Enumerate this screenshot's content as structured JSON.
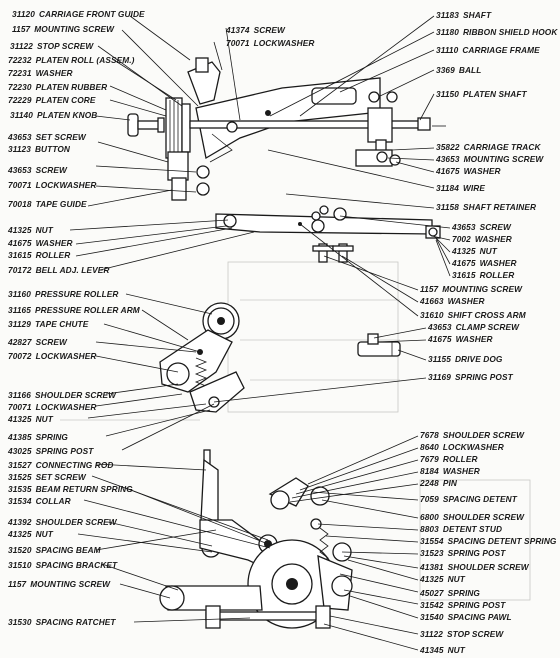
{
  "callouts_left": [
    {
      "num": "31120",
      "name": "CARRIAGE FRONT GUIDE"
    },
    {
      "num": "1157",
      "name": "MOUNTING SCREW"
    },
    {
      "num": "31122",
      "name": "STOP SCREW"
    },
    {
      "num": "72232",
      "name": "PLATEN ROLL (ASSEM.)"
    },
    {
      "num": "72231",
      "name": "WASHER"
    },
    {
      "num": "72230",
      "name": "PLATEN RUBBER"
    },
    {
      "num": "72229",
      "name": "PLATEN CORE"
    },
    {
      "num": "31140",
      "name": "PLATEN KNOB"
    },
    {
      "num": "43653",
      "name": "SET SCREW"
    },
    {
      "num": "31123",
      "name": "BUTTON"
    },
    {
      "num": "43653",
      "name": "SCREW"
    },
    {
      "num": "70071",
      "name": "LOCKWASHER"
    },
    {
      "num": "70018",
      "name": "TAPE GUIDE"
    },
    {
      "num": "41325",
      "name": "NUT"
    },
    {
      "num": "41675",
      "name": "WASHER"
    },
    {
      "num": "31615",
      "name": "ROLLER"
    },
    {
      "num": "70172",
      "name": "BELL ADJ. LEVER"
    },
    {
      "num": "31160",
      "name": "PRESSURE ROLLER"
    },
    {
      "num": "31165",
      "name": "PRESSURE ROLLER ARM"
    },
    {
      "num": "31129",
      "name": "TAPE CHUTE"
    },
    {
      "num": "42827",
      "name": "SCREW"
    },
    {
      "num": "70072",
      "name": "LOCKWASHER"
    },
    {
      "num": "31166",
      "name": "SHOULDER SCREW"
    },
    {
      "num": "70071",
      "name": "LOCKWASHER"
    },
    {
      "num": "41325",
      "name": "NUT"
    },
    {
      "num": "41385",
      "name": "SPRING"
    },
    {
      "num": "43025",
      "name": "SPRING POST"
    },
    {
      "num": "31527",
      "name": "CONNECTING ROD"
    },
    {
      "num": "31525",
      "name": "SET SCREW"
    },
    {
      "num": "31535",
      "name": "BEAM RETURN SPRING"
    },
    {
      "num": "31534",
      "name": "COLLAR"
    },
    {
      "num": "41392",
      "name": "SHOULDER SCREW"
    },
    {
      "num": "41325",
      "name": "NUT"
    },
    {
      "num": "31520",
      "name": "SPACING BEAM"
    },
    {
      "num": "31510",
      "name": "SPACING BRACKET"
    },
    {
      "num": "1157",
      "name": "MOUNTING SCREW"
    },
    {
      "num": "31530",
      "name": "SPACING RATCHET"
    }
  ],
  "callouts_top": [
    {
      "num": "41374",
      "name": "SCREW"
    },
    {
      "num": "70071",
      "name": "LOCKWASHER"
    }
  ],
  "callouts_right": [
    {
      "num": "31183",
      "name": "SHAFT"
    },
    {
      "num": "31180",
      "name": "RIBBON SHIELD HOOK"
    },
    {
      "num": "31110",
      "name": "CARRIAGE FRAME"
    },
    {
      "num": "3369",
      "name": "BALL"
    },
    {
      "num": "31150",
      "name": "PLATEN SHAFT"
    },
    {
      "num": "35822",
      "name": "CARRIAGE TRACK"
    },
    {
      "num": "43653",
      "name": "MOUNTING SCREW"
    },
    {
      "num": "41675",
      "name": "WASHER"
    },
    {
      "num": "31184",
      "name": "WIRE"
    },
    {
      "num": "31158",
      "name": "SHAFT RETAINER"
    },
    {
      "num": "43653",
      "name": "SCREW"
    },
    {
      "num": "7002",
      "name": "WASHER"
    },
    {
      "num": "41325",
      "name": "NUT"
    },
    {
      "num": "41675",
      "name": "WASHER"
    },
    {
      "num": "31615",
      "name": "ROLLER"
    },
    {
      "num": "1157",
      "name": "MOUNTING SCREW"
    },
    {
      "num": "41663",
      "name": "WASHER"
    },
    {
      "num": "31610",
      "name": "SHIFT CROSS ARM"
    },
    {
      "num": "43653",
      "name": "CLAMP SCREW"
    },
    {
      "num": "41675",
      "name": "WASHER"
    },
    {
      "num": "31155",
      "name": "DRIVE DOG"
    },
    {
      "num": "31169",
      "name": "SPRING POST"
    },
    {
      "num": "7678",
      "name": "SHOULDER SCREW"
    },
    {
      "num": "8640",
      "name": "LOCKWASHER"
    },
    {
      "num": "7679",
      "name": "ROLLER"
    },
    {
      "num": "8184",
      "name": "WASHER"
    },
    {
      "num": "2248",
      "name": "PIN"
    },
    {
      "num": "7059",
      "name": "SPACING DETENT"
    },
    {
      "num": "6800",
      "name": "SHOULDER SCREW"
    },
    {
      "num": "8803",
      "name": "DETENT STUD"
    },
    {
      "num": "31554",
      "name": "SPACING DETENT SPRING"
    },
    {
      "num": "31523",
      "name": "SPRING POST"
    },
    {
      "num": "41381",
      "name": "SHOULDER SCREW"
    },
    {
      "num": "41325",
      "name": "NUT"
    },
    {
      "num": "45027",
      "name": "SPRING"
    },
    {
      "num": "31542",
      "name": "SPRING POST"
    },
    {
      "num": "31540",
      "name": "SPACING PAWL"
    },
    {
      "num": "31122",
      "name": "STOP SCREW"
    },
    {
      "num": "41345",
      "name": "NUT"
    }
  ]
}
